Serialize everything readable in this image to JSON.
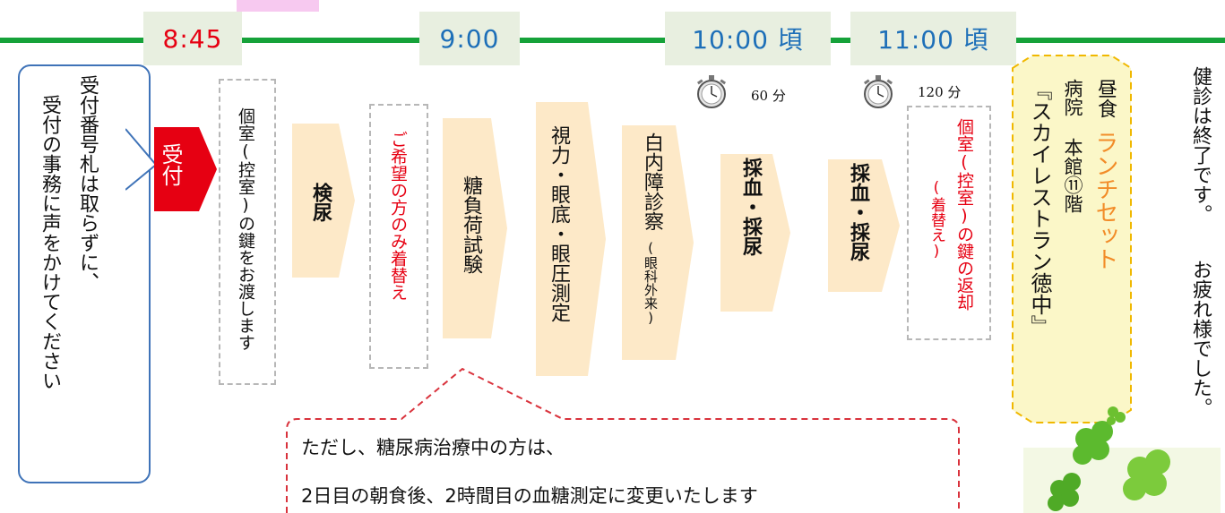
{
  "times": [
    {
      "label": "8:45",
      "color": "#e60012"
    },
    {
      "label": "9:00",
      "color": "#1d6fb8"
    },
    {
      "label": "10:00 頃",
      "color": "#1d6fb8"
    },
    {
      "label": "11:00 頃",
      "color": "#1d6fb8"
    }
  ],
  "clocks": [
    {
      "label": "60 分"
    },
    {
      "label": "120 分"
    }
  ],
  "callout": {
    "lines": [
      "受付番号札は取らずに、",
      "受付の事務に声をかけてください"
    ]
  },
  "reception": {
    "label": "受付"
  },
  "steps": {
    "key_handover": "個室(控室)の鍵をお渡します",
    "urine_test": "検尿",
    "changing_optional": "ご希望の方のみ着替え",
    "glucose_test": "糖負荷試験",
    "eye_tests": "視力・眼底・眼圧測定",
    "cataract_main": "白内障診察",
    "cataract_sub": "(眼科外来)",
    "blood_urine_1": "採血・採尿",
    "blood_urine_2": "採血・採尿",
    "key_return_main": "個室(控室)の鍵の返却",
    "key_return_sub": "(着替え)"
  },
  "lunch": {
    "title": "昼食",
    "set": "ランチセット",
    "place": "病院 本館⑪階",
    "restaurant": "『スカイレストラン徳中』"
  },
  "closing": {
    "line1": "健診は終了です。",
    "line2": "お疲れ様でした。"
  },
  "note": {
    "line1": "ただし、糖尿病治療中の方は、",
    "line2": "2日目の朝食後、2時間目の血糖測定に変更いたします"
  },
  "colors": {
    "timeline": "#16a23a",
    "time_box": "#e8efe0",
    "arrow_fill": "#fde9c8",
    "reception_fill": "#e60012",
    "lunch_fill": "#fbf7c8",
    "lunch_border": "#f0b800",
    "note_border": "#d9323c",
    "orange_text": "#f28c28"
  }
}
